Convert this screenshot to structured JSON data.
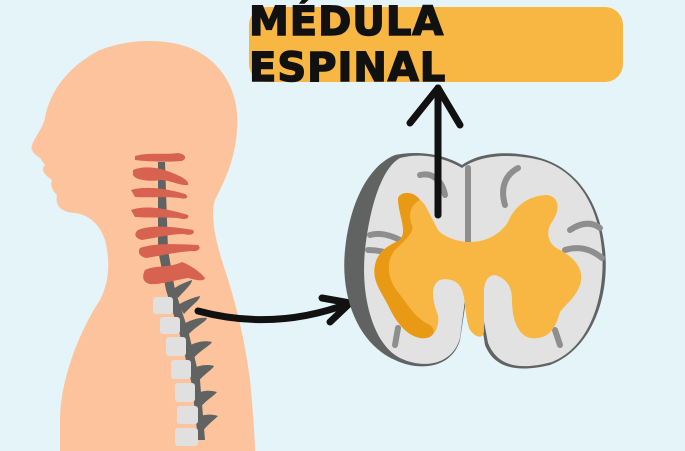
{
  "title": {
    "label": "MÉDULA ESPINAL"
  },
  "colors": {
    "background": "#e4f4f8",
    "title_box": "#f8b742",
    "skin": "#fcc39c",
    "cervical_vertebrae": "#d6624f",
    "spine_dark": "#616363",
    "vertebra_light": "#e0e0e0",
    "white_matter": "#e2e2e2",
    "gray_matter": "#f8b742",
    "gray_matter_shadow": "#e99a14",
    "arrow": "#111111"
  },
  "illustration": {
    "subject": "human-head-neck-profile-with-spine",
    "cross_section": "spinal-cord-cross-section"
  }
}
